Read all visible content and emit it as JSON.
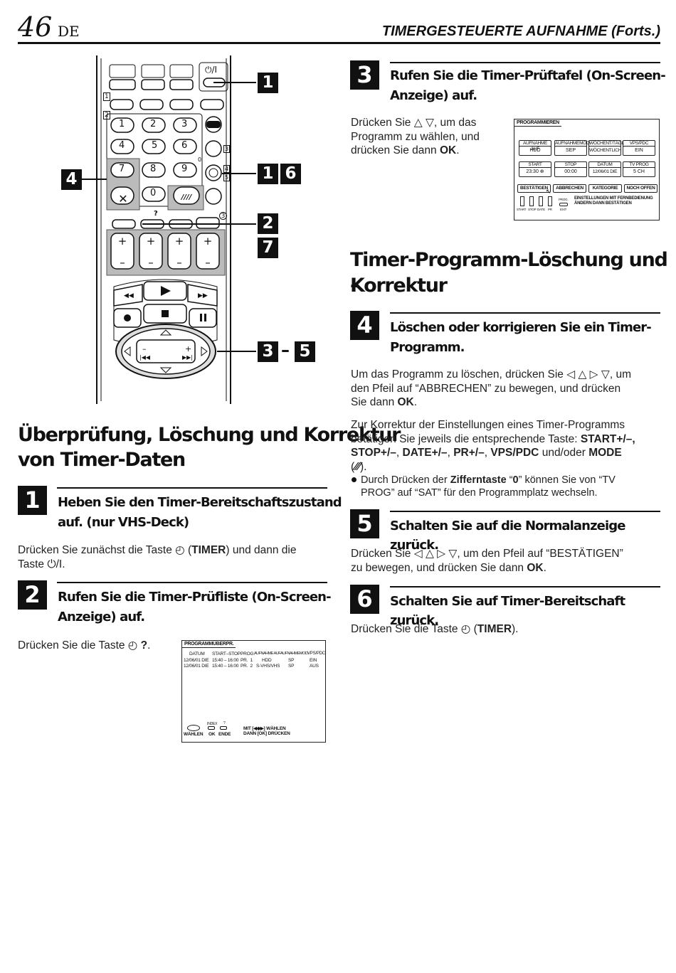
{
  "header": {
    "page_number": "46",
    "lang": "DE",
    "title": "TIMERGESTEUERTE AUFNAHME (Forts.)"
  },
  "remote": {
    "callouts": {
      "c1": "1",
      "c16a": "1",
      "c16b": "6",
      "c2": "2",
      "c7": "7",
      "c4": "4",
      "c35a": "3",
      "c35dash": "–",
      "c35b": "5"
    },
    "keys": [
      "1",
      "2",
      "3",
      "4",
      "5",
      "6",
      "7",
      "8",
      "9",
      "0"
    ],
    "power_label": "⏻/I",
    "side_labels": {
      "s1": "1",
      "s2": "2",
      "s3": "3",
      "s4": "4",
      "s5": "5",
      "s0": "0",
      "s3b": "3"
    },
    "timer_q_label": "?"
  },
  "left": {
    "section_title_line1": "Überprüfung, Löschung und Korrektur",
    "section_title_line2": "von Timer-Daten",
    "step1": {
      "num": "1",
      "title_line1": "Heben Sie den Timer-Bereitschaftszustand",
      "title_line2": "auf. (nur VHS-Deck)",
      "text_a": "Drücken Sie zunächst die Taste ",
      "text_b": "TIMER",
      "text_c": ") und dann die",
      "text_d": "Taste ⏻/I."
    },
    "step2": {
      "num": "2",
      "title_line1": "Rufen Sie die Timer-Prüfliste (On-Screen-",
      "title_line2": "Anzeige) auf.",
      "text_a": "Drücken Sie die Taste ",
      "text_b": "?",
      "text_c": "."
    },
    "osd_list": {
      "tab": "PROGRAMMÜBERPR.",
      "headers": [
        "DATUM",
        "START–STOP",
        "PROG.",
        "AUFNAHME AUF",
        "AUFNAHMEMOD.",
        "VPS/PDC"
      ],
      "rows": [
        [
          "12/06/01 DIE",
          "15:40 – 16:00",
          "PR.  1",
          "HDD",
          "SP",
          "EIN"
        ],
        [
          "12/06/01 DIE",
          "15:40 – 16:00",
          "PR.  2",
          "S-VHS/VHS",
          "SP",
          "AUS"
        ]
      ],
      "footer_index": "INDEX",
      "footer_q": "?",
      "footer_waehlen": "WÄHLEN",
      "footer_ok": "OK",
      "footer_ende": "ENDE",
      "footer_mit": "MIT [◀◆▶] WÄHLEN",
      "footer_dann": "DANN [OK] DRÜCKEN"
    }
  },
  "right": {
    "step3": {
      "num": "3",
      "title_line1": "Rufen Sie die Timer-Prüftafel (On-Screen-",
      "title_line2": "Anzeige) auf.",
      "text_l1": "Drücken Sie △ ▽, um das",
      "text_l2": "Programm zu wählen, und",
      "text_l3a": "drücken Sie dann ",
      "text_l3b": "OK",
      "text_l3c": "."
    },
    "osd_prog": {
      "tab": "PROGRAMMIEREN",
      "row1_labels": [
        "AUFNAHME AUF",
        "AUFNAHMEMOD.",
        "WÖCHENT/TÄGL",
        "VPS/PDC"
      ],
      "row1_values": [
        "HDD",
        "SEP",
        "WÖCHENTLICH",
        "EIN"
      ],
      "row2_labels": [
        "START",
        "STOP",
        "DATUM",
        "TV PROG"
      ],
      "row2_values": [
        "23:30 ⊕",
        "00:00",
        "12/06/01 DIE",
        "5 CH"
      ],
      "buttons": [
        "BESTÄTIGEN",
        "ABBRECHEN",
        "KATEGORIE",
        "NOCH OFFEN"
      ],
      "legend_small": [
        "START",
        "STOP",
        "DATE",
        "PR",
        "PROG.",
        "EXIT"
      ],
      "legend_line1": "EINSTELLUNGEN MIT FERNBEDIENUNG",
      "legend_line2": "ÄNDERN DANN BESTÄTIGEN"
    },
    "section_title_line1": "Timer-Programm-Löschung und -",
    "section_title_line2": "Korrektur",
    "step4": {
      "num": "4",
      "title_line1": "Löschen oder korrigieren Sie ein Timer-",
      "title_line2": "Programm.",
      "p1_l1": "Um das Programm zu löschen, drücken Sie ◁ △ ▷ ▽, um",
      "p1_l2": "den Pfeil auf “ABBRECHEN” zu bewegen, und drücken",
      "p1_l3a": "Sie dann ",
      "p1_l3b": "OK",
      "p1_l3c": ".",
      "p2_l1": "Zur Korrektur der Einstellungen eines Timer-Programms",
      "p2_l2a": "betätigen Sie jeweils die entsprechende Taste: ",
      "p2_l2b": "START+/–,",
      "p2_l3a": "STOP+/–",
      "p2_l3b": ", ",
      "p2_l3c": "DATE+/–",
      "p2_l3d": ", ",
      "p2_l3e": "PR+/–",
      "p2_l3f": ", ",
      "p2_l3g": "VPS/PDC",
      "p2_l3h": " und/oder ",
      "p2_l3i": "MODE",
      "p2_l4a": "(",
      "p2_l4b": "⁄⁄⁄",
      "p2_l4c": ").",
      "bullet_l1a": "Durch Drücken der ",
      "bullet_l1b": "Zifferntaste",
      "bullet_l1c": " “",
      "bullet_l1d": "0",
      "bullet_l1e": "” können Sie von “TV",
      "bullet_l2": "PROG” auf “SAT” für den Programmplatz wechseln."
    },
    "step5": {
      "num": "5",
      "title": "Schalten Sie auf die Normalanzeige zurück.",
      "l1": "Drücken Sie ◁ △ ▷ ▽, um den Pfeil auf “BESTÄTIGEN”",
      "l2a": "zu bewegen, und drücken Sie dann ",
      "l2b": "OK",
      "l2c": "."
    },
    "step6": {
      "num": "6",
      "title": "Schalten Sie auf Timer-Bereitschaft zurück.",
      "text_a": "Drücken Sie die Taste ",
      "text_b": "TIMER",
      "text_c": ")."
    }
  }
}
